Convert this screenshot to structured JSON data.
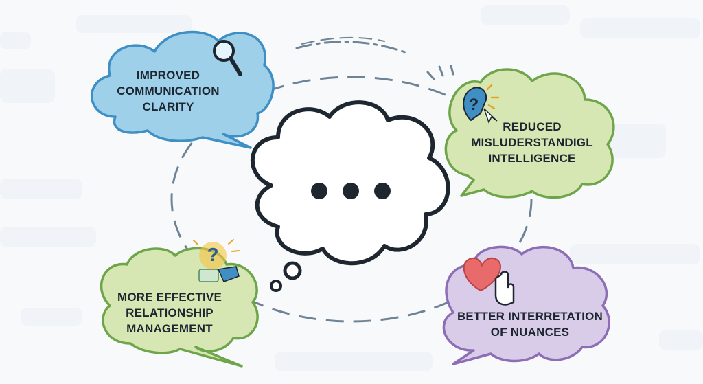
{
  "center": {
    "label": "thought-bubble-ellipsis"
  },
  "bubbles": [
    {
      "lines": [
        "IMPROVED",
        "COMMUNICATION",
        "CLARITY"
      ],
      "icon": "magnifier-icon",
      "fill": "#9fd0ea",
      "stroke": "#3f8fc4"
    },
    {
      "lines": [
        "REDUCED",
        "MISLUDERSTANDIGL",
        "INTELLIGENCE"
      ],
      "icon": "question-head-icon",
      "fill": "#d6e7b3",
      "stroke": "#6fa54a"
    },
    {
      "lines": [
        "MORE EFFECTIVE",
        "RELATIONSHIP",
        "MANAGEMENT"
      ],
      "icon": "question-handshake-icon",
      "fill": "#d6e7b3",
      "stroke": "#6fa54a"
    },
    {
      "lines": [
        "BETTER INTERRETATION",
        "OF NUANCES"
      ],
      "icon": "heart-hand-icon",
      "fill": "#d9cce8",
      "stroke": "#8d6db5"
    }
  ],
  "colors": {
    "ring": "#6f8396",
    "outline": "#1e2630",
    "background": "#f7f9fb"
  }
}
